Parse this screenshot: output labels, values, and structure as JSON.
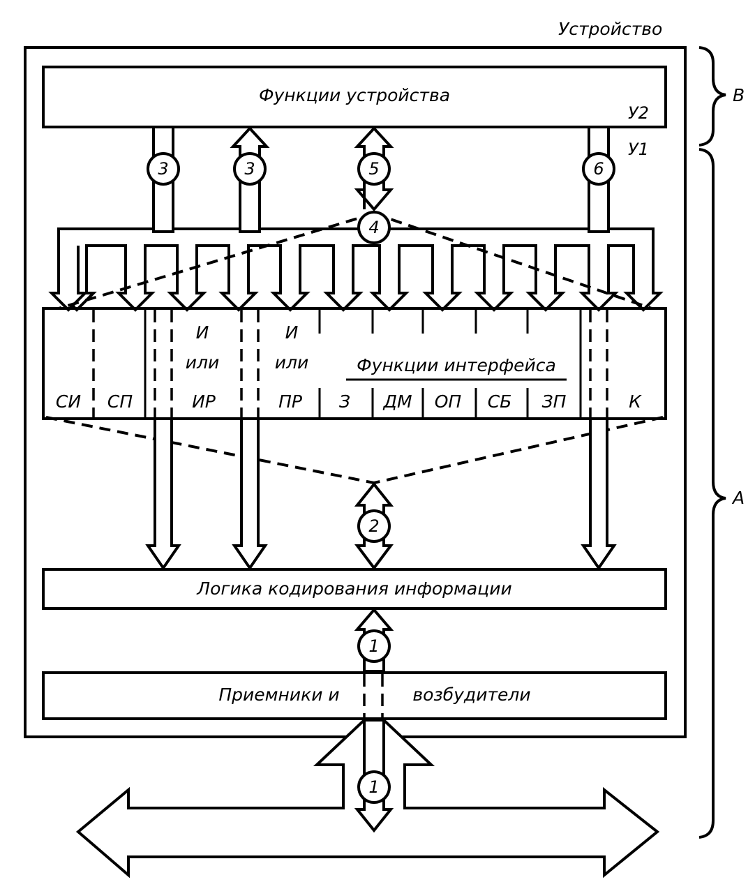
{
  "title": "Устройство",
  "blocks": {
    "device_functions": {
      "label": "Функции устройства",
      "tag": "У2"
    },
    "u1_tag": "У1",
    "interface_functions": {
      "label": "Функции интерфейса",
      "cells": [
        "СИ",
        "СП",
        "ИР",
        "ПР",
        "З",
        "ДМ",
        "ОП",
        "СБ",
        "ЗП",
        "К"
      ],
      "or_marks": [
        {
          "top": "И",
          "middle": "или"
        },
        {
          "top": "И",
          "middle": "или"
        }
      ]
    },
    "coding_logic": {
      "label": "Логика кодирования информации"
    },
    "receivers": {
      "label_left": "Приемники и",
      "label_right": "возбудители"
    }
  },
  "brackets": [
    {
      "name": "B",
      "label": "В"
    },
    {
      "name": "A",
      "label": "А"
    }
  ],
  "message_numbers": {
    "m3_left": "3",
    "m3_right": "3",
    "m5": "5",
    "m6": "6",
    "m4": "4",
    "m2": "2",
    "m1_upper": "1",
    "m1_lower": "1"
  }
}
